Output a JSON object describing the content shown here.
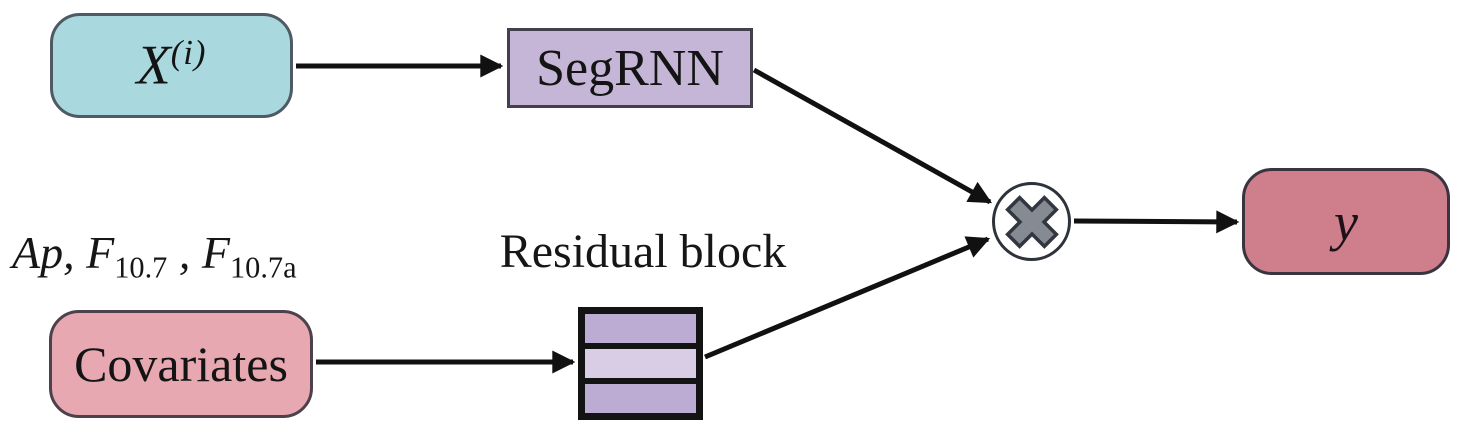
{
  "diagram": {
    "nodes": {
      "input": {
        "base": "X",
        "sup": "(i)"
      },
      "segrnn": {
        "label": "SegRNN"
      },
      "residual": {
        "label": "Residual block",
        "layers": 3
      },
      "covariate_vars": {
        "p1": "Ap, F",
        "sub1": "10.7",
        "p2": " , F",
        "sub2": "10.7a"
      },
      "covariates": {
        "label": "Covariates"
      },
      "multiply": {
        "symbol": "×",
        "icon": "multiply-icon"
      },
      "output": {
        "label": "y"
      }
    },
    "edges": [
      {
        "from": "input",
        "to": "segrnn"
      },
      {
        "from": "segrnn",
        "to": "multiply"
      },
      {
        "from": "covariates",
        "to": "residual"
      },
      {
        "from": "residual",
        "to": "multiply"
      },
      {
        "from": "multiply",
        "to": "output"
      }
    ],
    "colors": {
      "input_fill": "#a9d9de",
      "segrnn_fill": "#c5b6d8",
      "residual_dark": "#bcabd2",
      "residual_light": "#d9cde6",
      "covariates_fill": "#e7a8b1",
      "output_fill": "#cf7e8b",
      "multiply_fill": "#858a93",
      "line": "#111111"
    }
  }
}
